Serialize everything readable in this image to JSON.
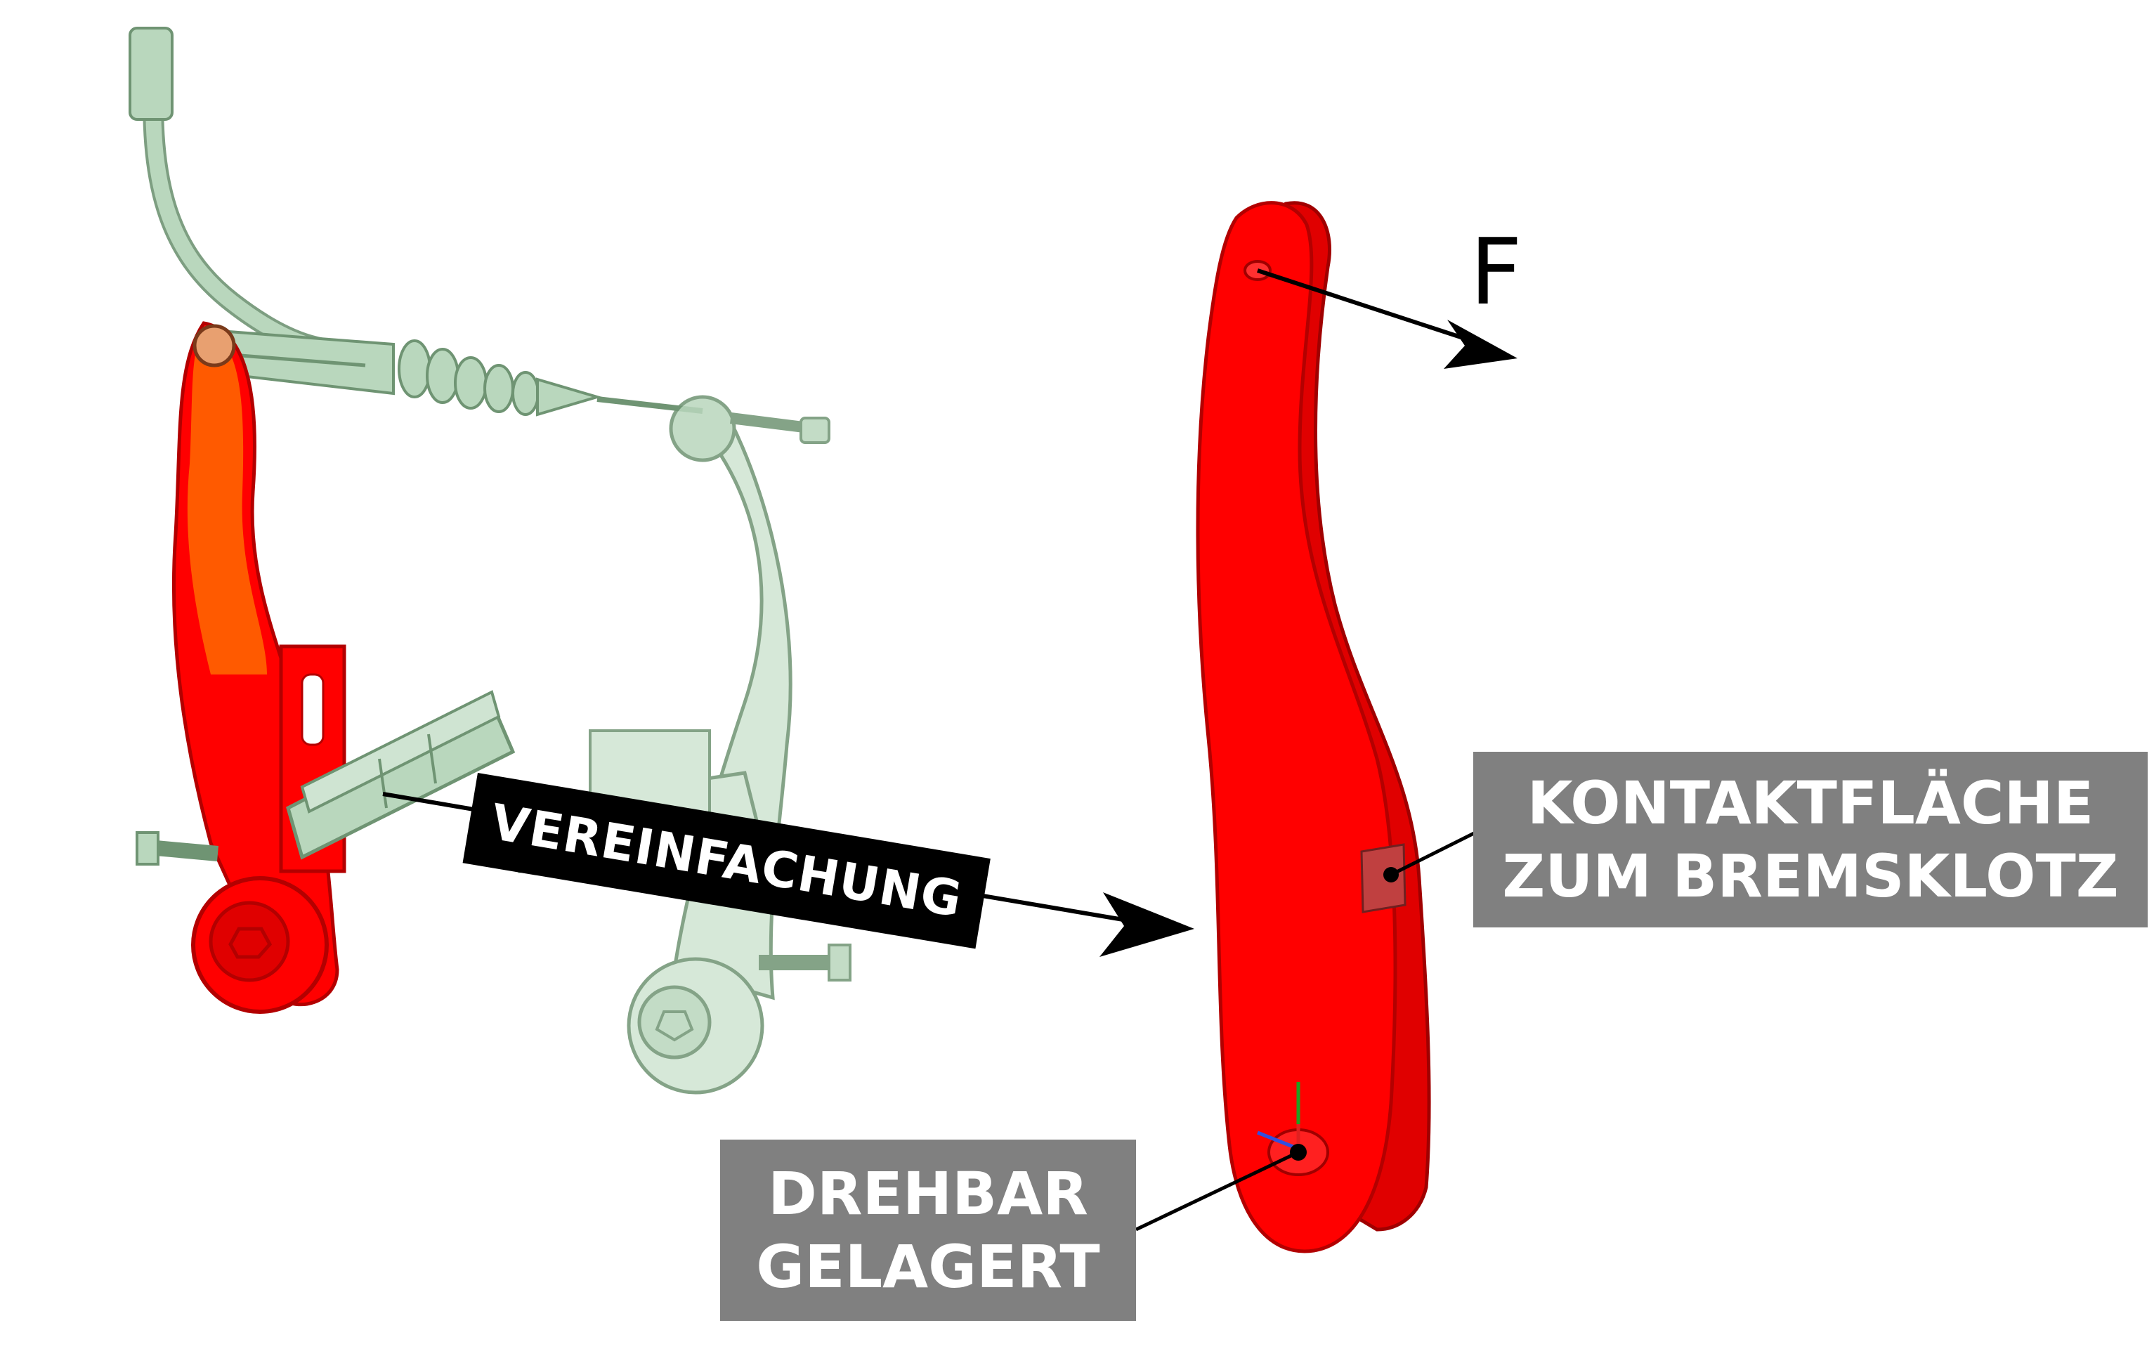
{
  "labels": {
    "force": "F",
    "simplification": "VEREINFACHUNG",
    "contact_surface": [
      "KONTAKTFLÄCHE",
      "ZUM BREMSKLOTZ"
    ],
    "pivot": [
      "DREHBAR",
      "GELAGERT"
    ]
  },
  "colors": {
    "background": "#ffffff",
    "lever_red": "#ff0000",
    "lever_dark_red": "#d10000",
    "highlight_orange": "#ff6a00",
    "ghost_green": "#b9d7bd",
    "ghost_green_stroke": "#6f9473",
    "label_box": "#808080",
    "label_text": "#ffffff",
    "banner": "#000000",
    "arrow": "#000000"
  },
  "icons": {
    "axis_gizmo": "coordinate-axes-icon"
  }
}
